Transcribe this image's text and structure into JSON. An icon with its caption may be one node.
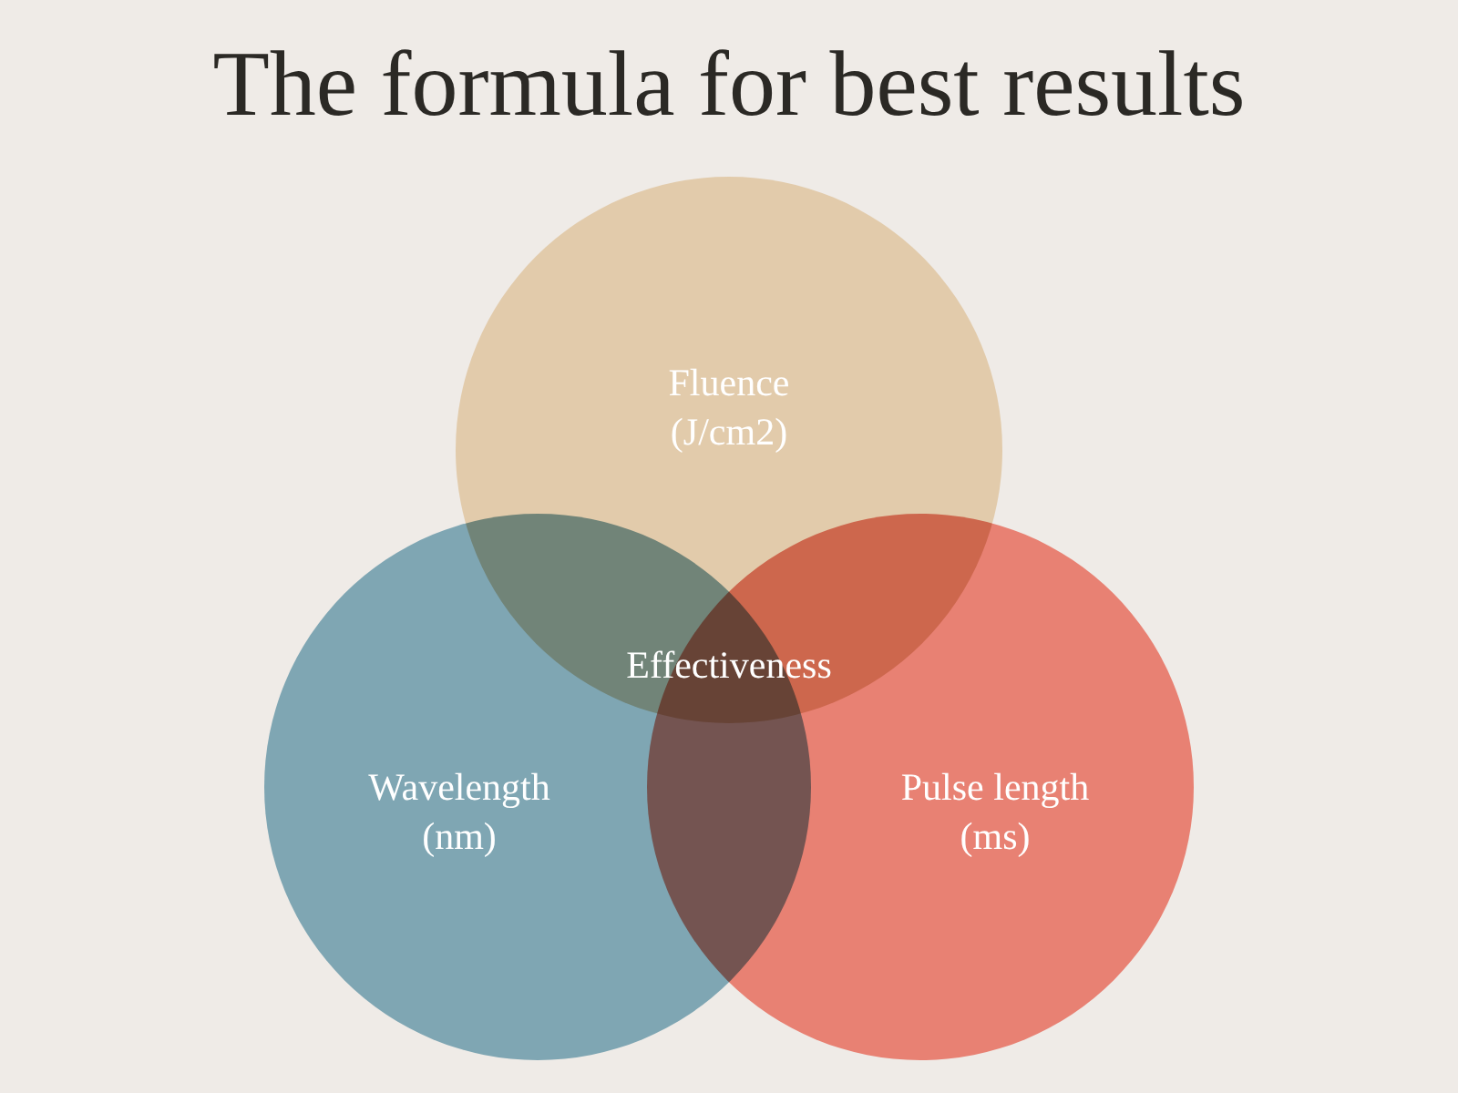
{
  "diagram": {
    "title": "The formula for best results",
    "nodes": [
      {
        "text": [
          "Fluence (J/cm2)"
        ]
      },
      {
        "text": [
          "Wavelength (nm)"
        ]
      },
      {
        "text": [
          "Pulse length (ms)"
        ]
      }
    ],
    "labels": [
      "Effectiveness"
    ]
  }
}
